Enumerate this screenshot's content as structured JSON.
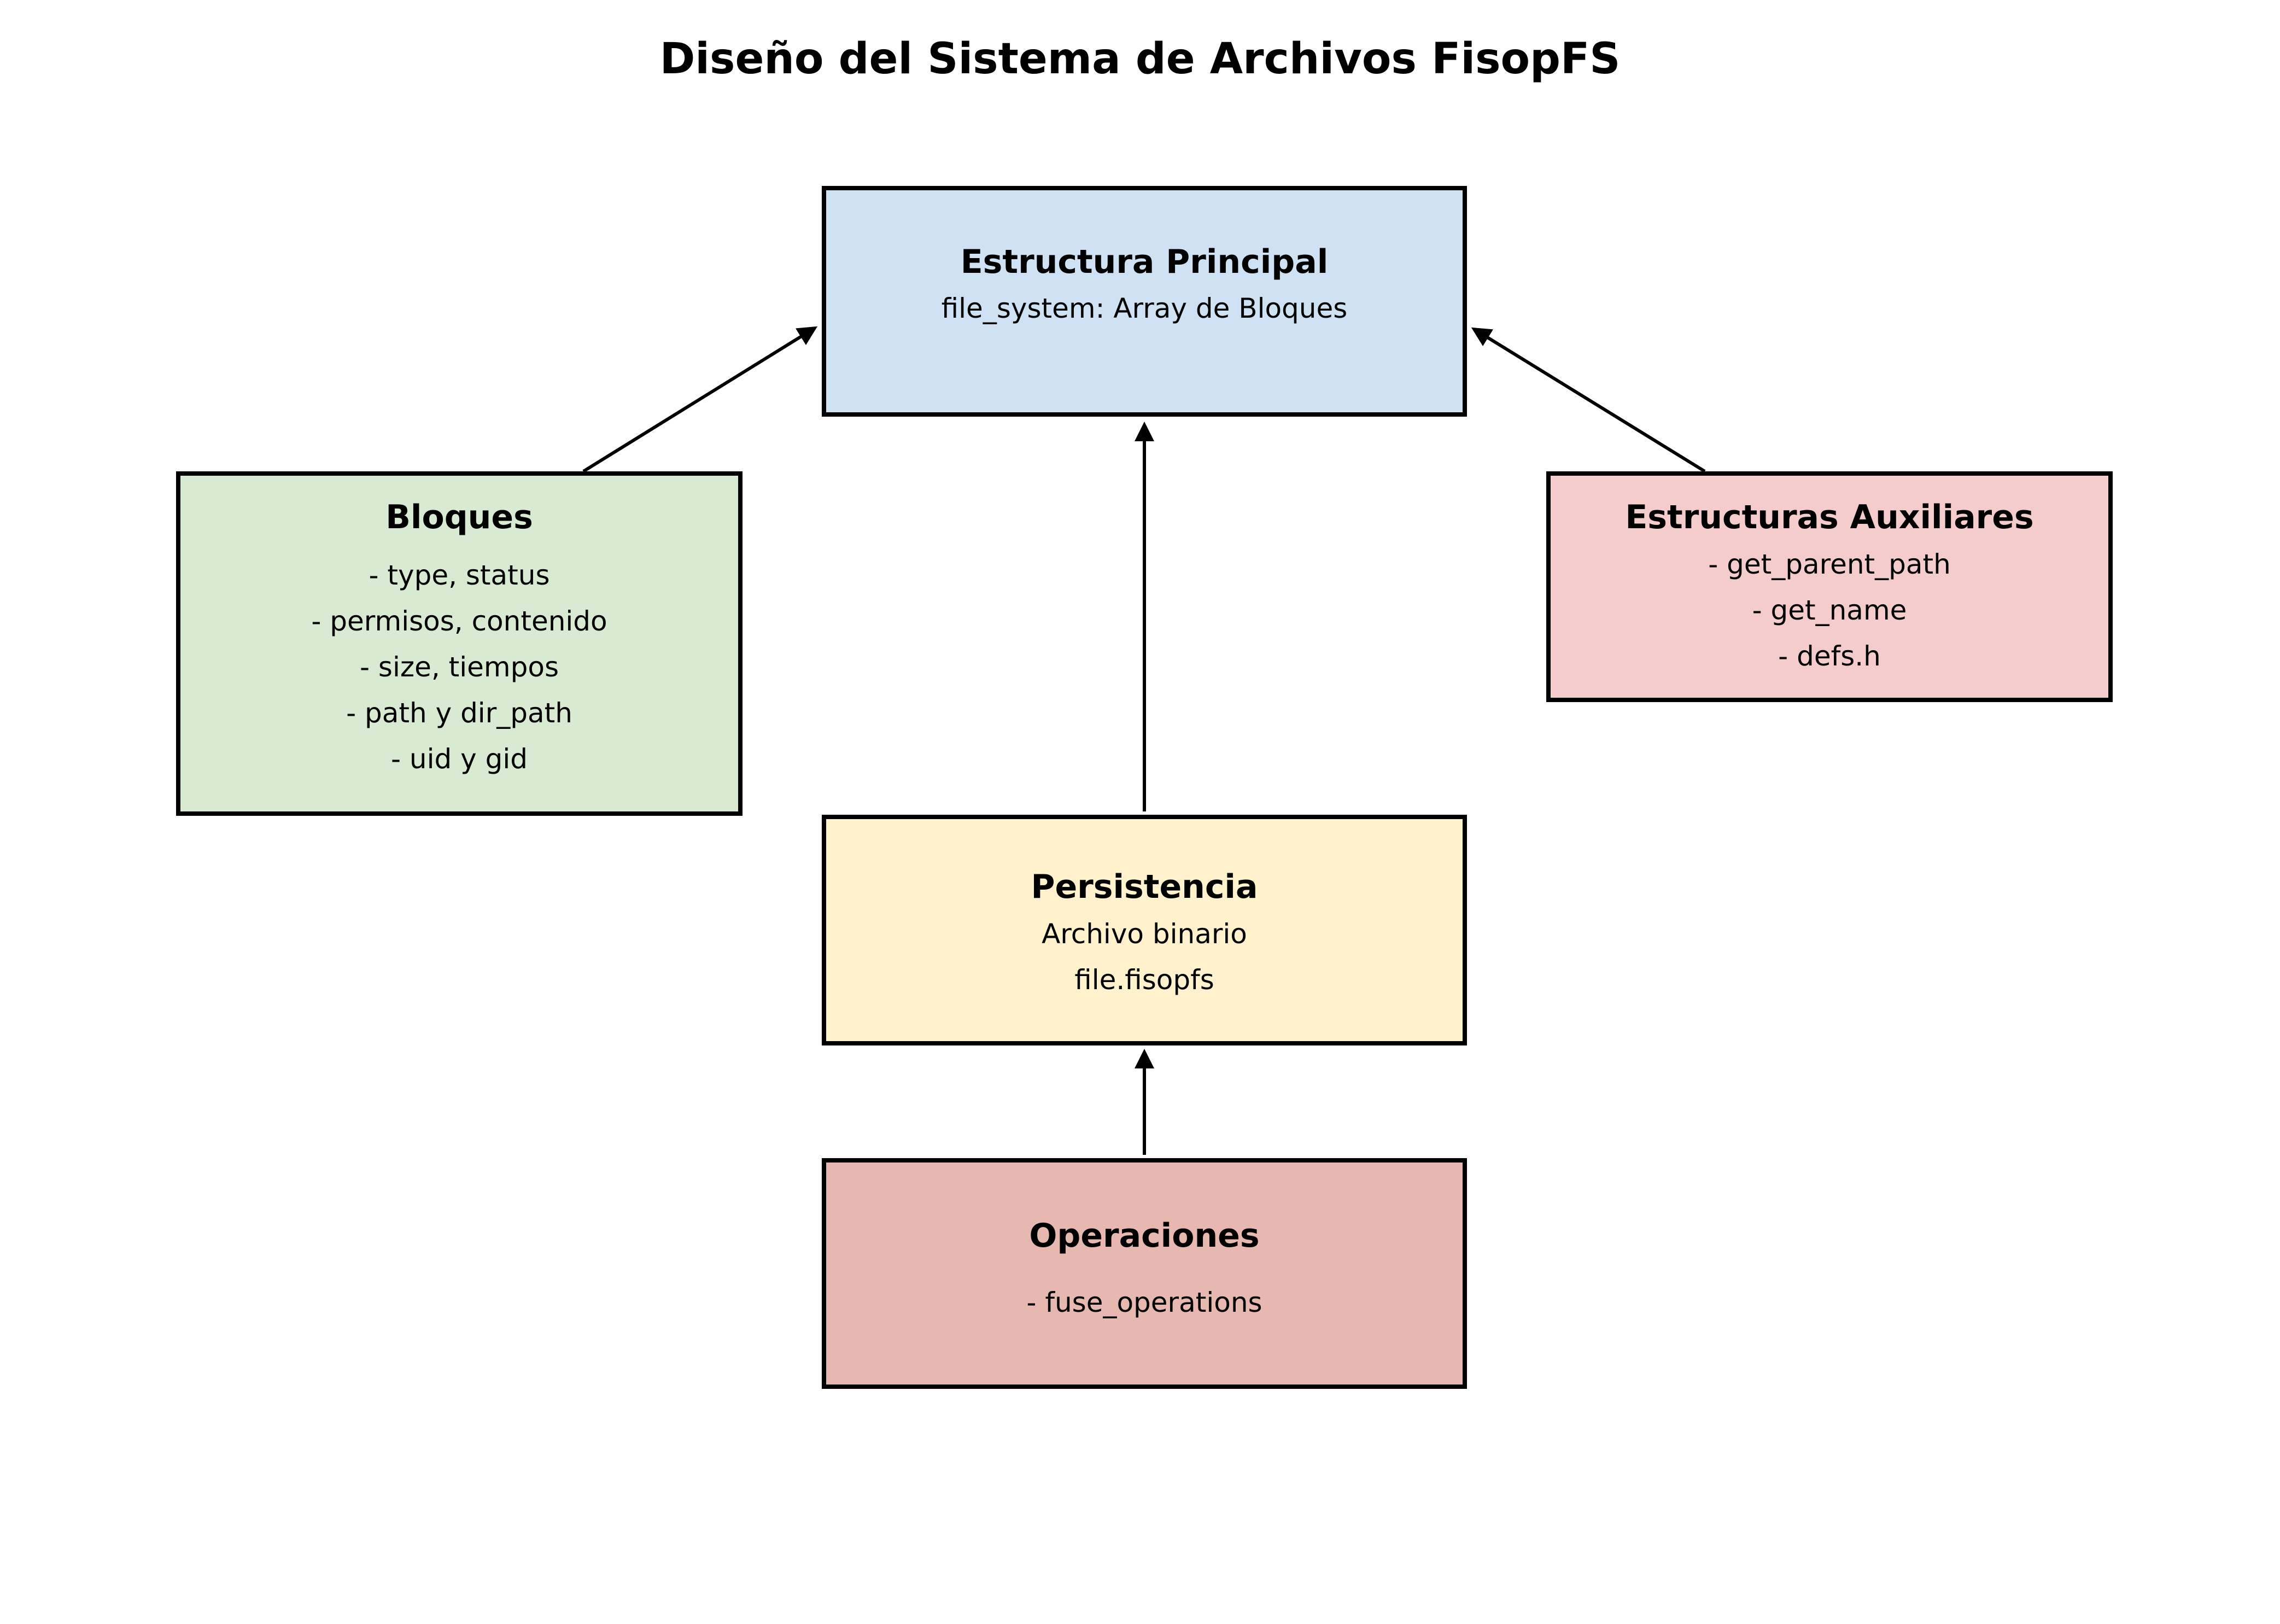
{
  "title": "Diseño del Sistema de Archivos FisopFS",
  "boxes": {
    "principal": {
      "title": "Estructura Principal",
      "lines": [
        "file_system: Array de Bloques"
      ],
      "fill": "#cfe2f3"
    },
    "bloques": {
      "title": "Bloques",
      "lines": [
        "- type, status",
        "- permisos, contenido",
        "- size, tiempos",
        "- path y dir_path",
        "- uid y gid"
      ],
      "fill": "#d9ead3"
    },
    "auxiliares": {
      "title": "Estructuras Auxiliares",
      "lines": [
        "- get_parent_path",
        "- get_name",
        "- defs.h"
      ],
      "fill": "#f4cccc"
    },
    "persistencia": {
      "title": "Persistencia",
      "lines": [
        "Archivo binario",
        "file.fisopfs"
      ],
      "fill": "#fff2cc"
    },
    "operaciones": {
      "title": "Operaciones",
      "lines": [
        "- fuse_operations"
      ],
      "fill": "#e6b8af"
    }
  },
  "connections": [
    {
      "from": "bloques",
      "to": "principal"
    },
    {
      "from": "auxiliares",
      "to": "principal"
    },
    {
      "from": "persistencia",
      "to": "principal"
    },
    {
      "from": "operaciones",
      "to": "persistencia"
    }
  ]
}
